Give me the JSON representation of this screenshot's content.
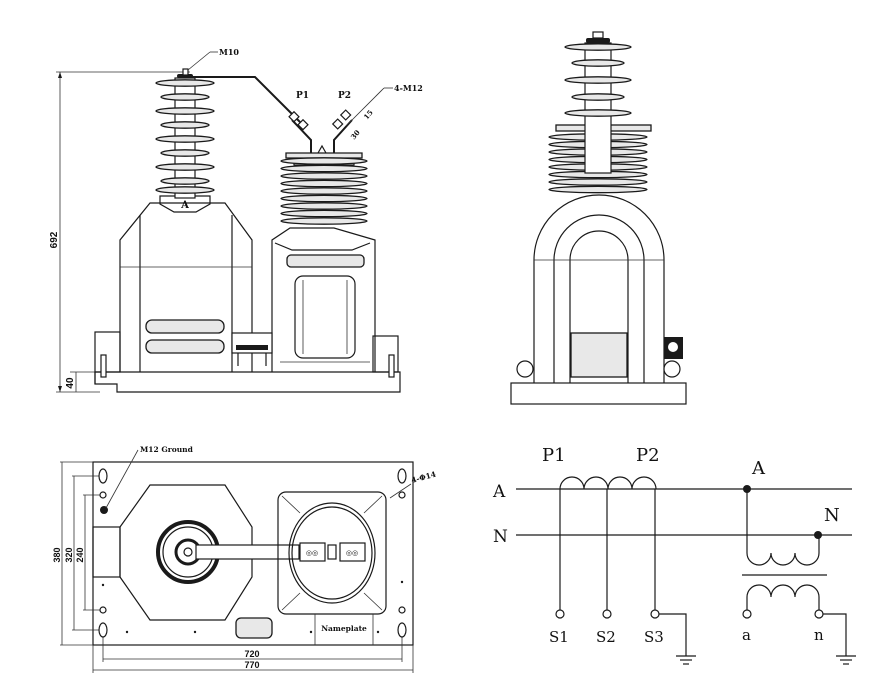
{
  "drawing": {
    "front_view": {
      "labels": {
        "top_terminal": "M10",
        "primary_1": "P1",
        "primary_2": "P2",
        "terminal_bolts": "4-M12",
        "bolt_dim_1": "30",
        "bolt_dim_2": "15",
        "phase_mark": "A"
      },
      "dimensions": {
        "height": "692",
        "base_height": "40"
      }
    },
    "top_view": {
      "labels": {
        "ground": "M12 Ground",
        "holes": "4-Φ14",
        "nameplate": "Nameplate"
      },
      "dimensions": {
        "depth_outer": "380",
        "depth_mid": "320",
        "depth_inner": "240",
        "width_holes": "720",
        "width_outer": "770"
      }
    },
    "schematic": {
      "ct": {
        "primary_1": "P1",
        "primary_2": "P2",
        "secondary": [
          "S1",
          "S2",
          "S3"
        ]
      },
      "lines": {
        "phase_line": "A",
        "neutral_line": "N"
      },
      "vt": {
        "phase_tap": "A",
        "neutral_tap": "N",
        "secondary": [
          "a",
          "n"
        ]
      }
    }
  }
}
